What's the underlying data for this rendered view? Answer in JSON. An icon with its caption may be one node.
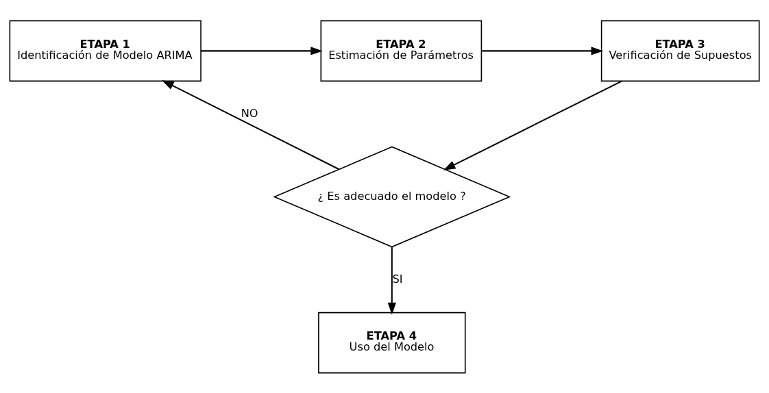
{
  "diagram": {
    "nodes": [
      {
        "text": [
          "ETAPA 1",
          "Identificación de Modelo ARIMA"
        ]
      },
      {
        "text": [
          "ETAPA 2",
          "Estimación de Parámetros"
        ]
      },
      {
        "text": [
          "ETAPA 3",
          "Verificación de Supuestos"
        ]
      },
      {
        "text": [
          "¿ Es adecuado el modelo ?"
        ]
      },
      {
        "text": [
          "ETAPA 4",
          "Uso del Modelo"
        ]
      }
    ],
    "edges": [
      {
        "from": 0,
        "to": 1,
        "arrow": "to"
      },
      {
        "from": 1,
        "to": 2,
        "arrow": "to"
      },
      {
        "from": 2,
        "to": 3,
        "arrow": "to"
      },
      {
        "from": 3,
        "to": 0,
        "arrow": "to",
        "label": "NO"
      },
      {
        "from": 3,
        "to": 4,
        "arrow": "to",
        "label": "SI"
      }
    ]
  }
}
